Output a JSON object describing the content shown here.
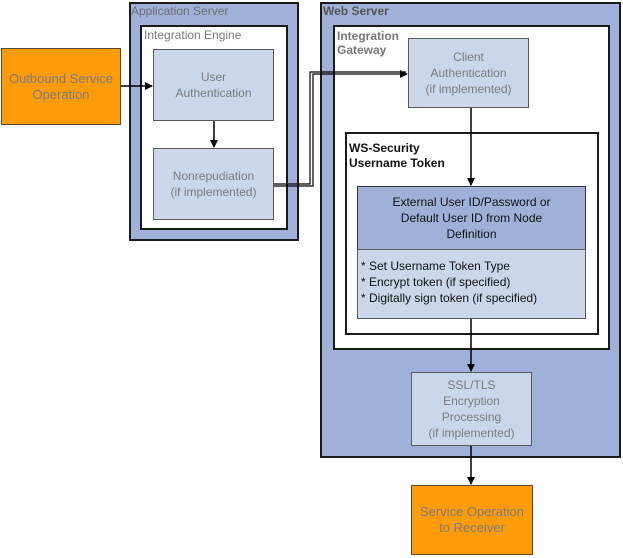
{
  "labels": {
    "application_server": "Application Server",
    "integration_engine": "Integration Engine",
    "web_server": "Web Server",
    "integration_gateway_1": "Integration",
    "integration_gateway_2": "Gateway",
    "ws_security_1": "WS-Security",
    "ws_security_2": "Username Token"
  },
  "boxes": {
    "outbound_1": "Outbound Service",
    "outbound_2": "Operation",
    "user_auth_1": "User",
    "user_auth_2": "Authentication",
    "nonrep_1": "Nonrepudiation",
    "nonrep_2": "(if implemented)",
    "client_auth_1": "Client",
    "client_auth_2": "Authentication",
    "client_auth_3": "(if implemented)",
    "external_1": "External User ID/Password or",
    "external_2": "Default User ID from Node",
    "external_3": "Definition",
    "token_1": "* Set Username Token Type",
    "token_2": "* Encrypt token (if specified)",
    "token_3": "* Digitally sign token (if specified)",
    "ssl_1": "SSL/TLS",
    "ssl_2": "Encryption",
    "ssl_3": "Processing",
    "ssl_4": "(if implemented)",
    "receiver_1": "Service Operation",
    "receiver_2": "to Receiver"
  },
  "colors": {
    "server_fill": "#9fb1d8",
    "box_fill": "#cad7ea",
    "external_fill": "#9fb1d8",
    "orange_fill": "#fe9b08"
  }
}
